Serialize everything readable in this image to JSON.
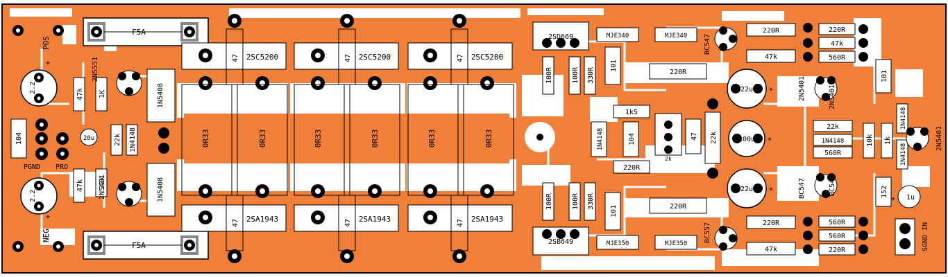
{
  "colors": {
    "copper": "#f07f3a",
    "board": "#ffffff",
    "silk": "#000000",
    "pad": "#000000",
    "hole": "#ffffff"
  },
  "fuses": {
    "top": "F5A",
    "bottom": "F5A"
  },
  "connectors": {
    "pos": "POS",
    "neg": "NEG",
    "pgnd": "PGND",
    "pro": "PRO",
    "sgnd_in": "SGND IN"
  },
  "power": {
    "npn": "2SC5200",
    "pnp": "2SA1943",
    "emitter": "0R33",
    "base": "47"
  },
  "left": {
    "cap_top": "2.2",
    "cap_bottom": "2.2",
    "cap_104": "104",
    "r47k_top": "47k",
    "r1k": "1K",
    "q_top": "2N5551",
    "q_bottom": "2N5401",
    "r22k_a": "22k",
    "r22k_b": "22k",
    "r47k_bottom": "47k",
    "diode": "1N4148",
    "rect_top": "1N5408",
    "rect_bottom": "1N5408",
    "cap_20u": "20u"
  },
  "driver": {
    "q_top": "2SD669",
    "q_bottom": "2SB649",
    "r100r_a": "100R",
    "r100r_b": "100R",
    "r330r_top": "330R",
    "r100r_c": "100R",
    "r100r_d": "100R",
    "r330r_bottom": "330R",
    "c101_top": "101",
    "c101_bottom": "101",
    "r220r_top": "220R",
    "r220r_bottom": "220R",
    "m_top_a": "MJE340",
    "m_top_b": "MJE340",
    "m_bottom_a": "MJE350",
    "m_bottom_b": "MJE350",
    "r1k5": "1k5",
    "r220r_mid": "220R",
    "c104": "104",
    "d4148": "1N4148",
    "trim": "2k",
    "r47": "47",
    "r22k": "22k"
  },
  "right": {
    "bc547_top": "BC547",
    "bc557_bottom": "BC557",
    "r220r_a": "220R",
    "r47k_a": "47k",
    "r220r_b": "220R",
    "r47k_b": "47k",
    "c22u_top": "22u",
    "c100u": "100u",
    "c22u_bottom": "22u",
    "r220r_c": "220R",
    "r47k_c": "47k",
    "r560r_a": "560R",
    "q2n5401_a": "2N5401",
    "q2n5401_b": "2N5401",
    "q2n5401_c": "2N5401",
    "r22k": "22k",
    "d4148_a": "1N4148",
    "r560r_b": "560R",
    "r10k": "10k",
    "r1k": "1k",
    "d4148_b": "1N4148",
    "d4148_c": "1N4148",
    "c101": "101",
    "bc547_a": "BC547",
    "bc547_b": "BC547",
    "c152": "152",
    "c1u": "1u",
    "r560r_c": "560R",
    "r560r_d": "560R",
    "r220r_d": "220R"
  }
}
